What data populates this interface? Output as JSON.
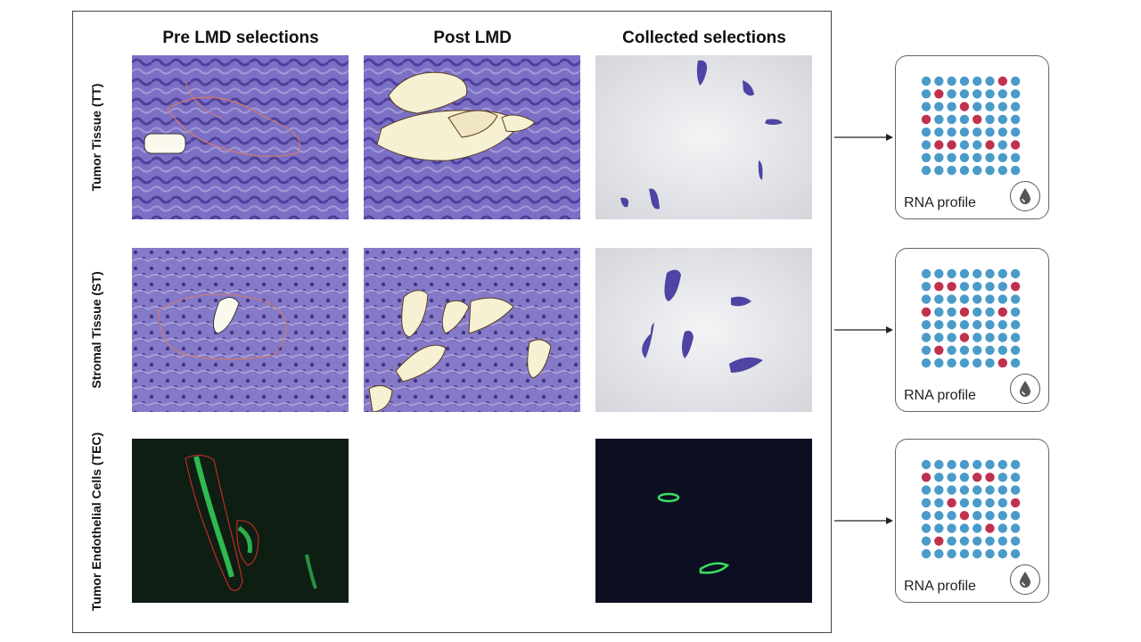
{
  "columns": {
    "pre": "Pre LMD selections",
    "post": "Post LMD",
    "collected": "Collected selections"
  },
  "rows": [
    {
      "label": "Tumor Tissue (TT)"
    },
    {
      "label": "Stromal Tissue (ST)"
    },
    {
      "label": "Tumor Endothelial Cells (TEC)"
    }
  ],
  "rna_cards": [
    {
      "label": "RNA profile",
      "icon": "droplet-icon",
      "highlighted": [
        [
          0,
          6
        ],
        [
          1,
          1
        ],
        [
          2,
          3
        ],
        [
          3,
          0
        ],
        [
          3,
          4
        ],
        [
          5,
          1
        ],
        [
          5,
          2
        ],
        [
          5,
          5
        ],
        [
          5,
          7
        ]
      ]
    },
    {
      "label": "RNA profile",
      "icon": "droplet-icon",
      "highlighted": [
        [
          1,
          1
        ],
        [
          1,
          2
        ],
        [
          1,
          7
        ],
        [
          3,
          0
        ],
        [
          3,
          3
        ],
        [
          3,
          6
        ],
        [
          5,
          3
        ],
        [
          6,
          1
        ],
        [
          7,
          6
        ]
      ]
    },
    {
      "label": "RNA profile",
      "icon": "droplet-icon",
      "highlighted": [
        [
          1,
          0
        ],
        [
          1,
          4
        ],
        [
          1,
          5
        ],
        [
          3,
          2
        ],
        [
          3,
          7
        ],
        [
          4,
          3
        ],
        [
          5,
          5
        ],
        [
          6,
          1
        ]
      ]
    }
  ],
  "colors": {
    "dot": "#4a9bc9",
    "dot_highlight": "#c0304f",
    "stain": "#6a5db5",
    "fluor_bg": "#0c1a10",
    "fluor_green": "#38e060",
    "dark_bg": "#0c0f22"
  }
}
